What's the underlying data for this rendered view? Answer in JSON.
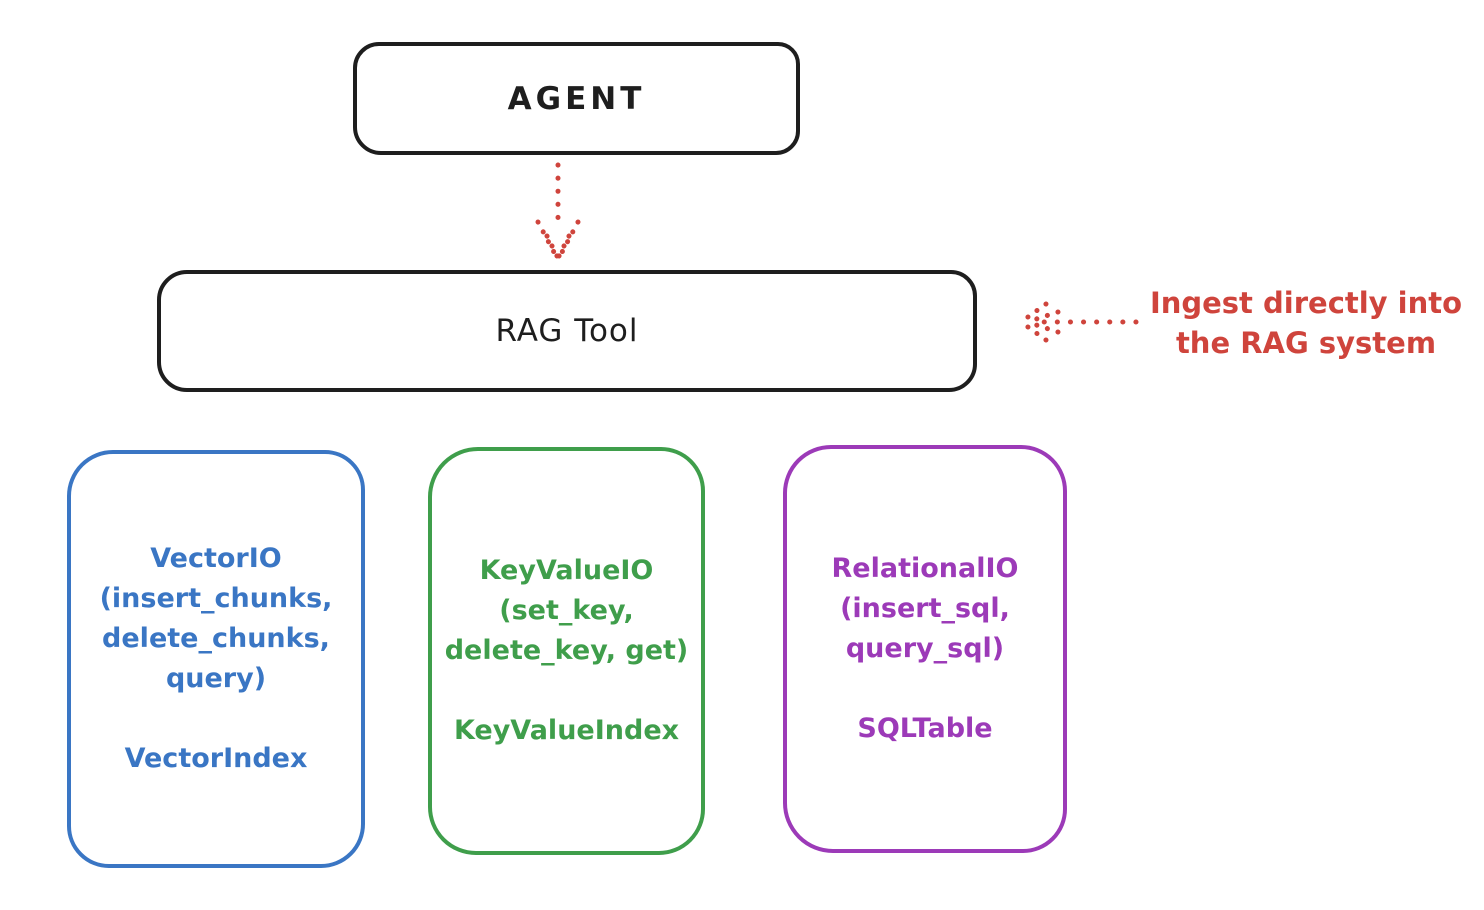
{
  "diagram": {
    "agent": {
      "label": "AGENT"
    },
    "rag_tool": {
      "label": "RAG Tool"
    },
    "annotation": {
      "lines": [
        "Ingest directly into",
        "the RAG system"
      ]
    },
    "vector_io": {
      "lines": [
        "VectorIO",
        "(insert_chunks,",
        "delete_chunks,",
        "query)"
      ],
      "index": "VectorIndex"
    },
    "key_value_io": {
      "lines": [
        "KeyValueIO",
        "(set_key,",
        "delete_key, get)"
      ],
      "index": "KeyValueIndex"
    },
    "relational_io": {
      "lines": [
        "RelationalIO",
        "(insert_sql,",
        "query_sql)"
      ],
      "index": "SQLTable"
    },
    "arrows": [
      {
        "name": "agent-to-rag-tool",
        "style": "dotted",
        "color": "#cf443c"
      },
      {
        "name": "annotation-to-rag-tool",
        "style": "dotted",
        "color": "#cf443c"
      }
    ]
  },
  "colors": {
    "stroke": "#1e1e1e",
    "red": "#cf443c",
    "blue": "#3a76c4",
    "green": "#3f9e4b",
    "purple": "#9c3ab8",
    "background": "#ffffff"
  }
}
